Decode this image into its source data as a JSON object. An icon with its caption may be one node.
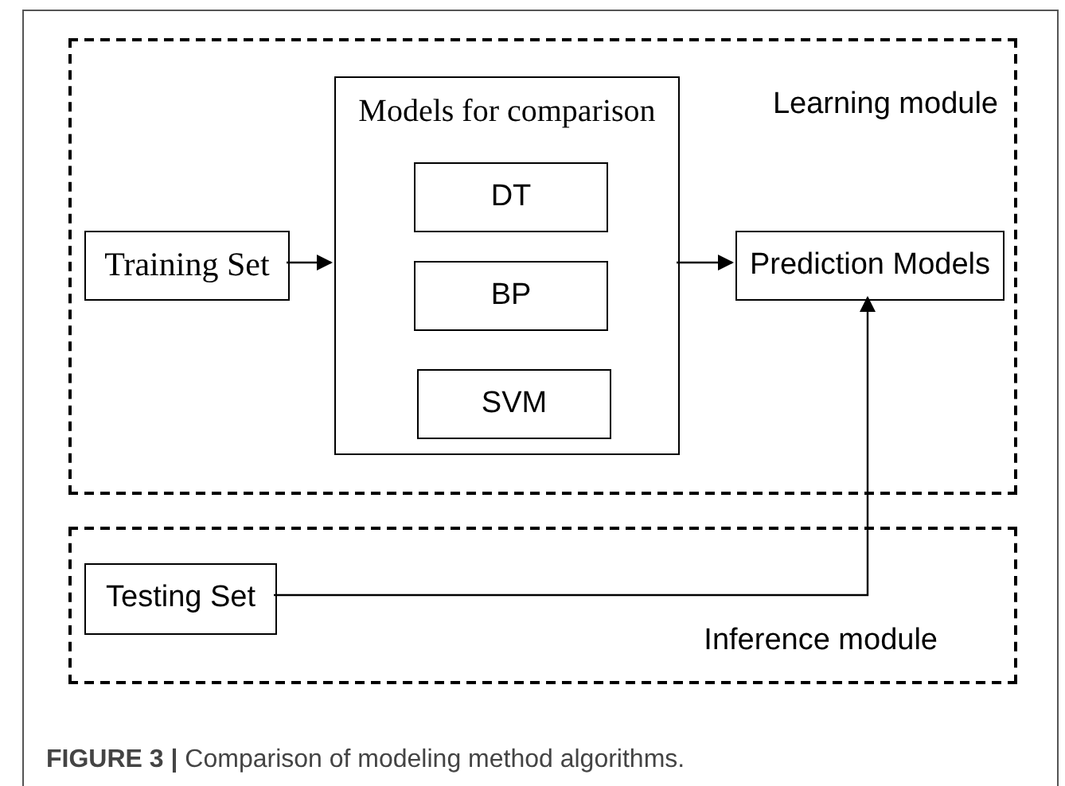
{
  "diagram": {
    "caption": "**FIGURE 3 |** Comparison of modeling method algorithms.",
    "nodes": [
      {
        "text": [
          "Learning module"
        ]
      },
      {
        "text": [
          "Training Set"
        ],
        "in": 0
      },
      {
        "text": [
          "Models for comparison"
        ],
        "in": 0
      },
      {
        "text": [
          "DT"
        ],
        "in": 2
      },
      {
        "text": [
          "BP"
        ],
        "in": 2
      },
      {
        "text": [
          "SVM"
        ],
        "in": 2
      },
      {
        "text": [
          "Prediction Models"
        ],
        "in": 0
      },
      {
        "text": [
          "Inference module"
        ]
      },
      {
        "text": [
          "Testing Set"
        ],
        "in": 7
      }
    ],
    "edges": [
      {
        "from": 1,
        "to": 2,
        "arrow": "to"
      },
      {
        "from": 2,
        "to": 6,
        "arrow": "to"
      },
      {
        "from": 8,
        "to": 6,
        "arrow": "to"
      }
    ]
  }
}
